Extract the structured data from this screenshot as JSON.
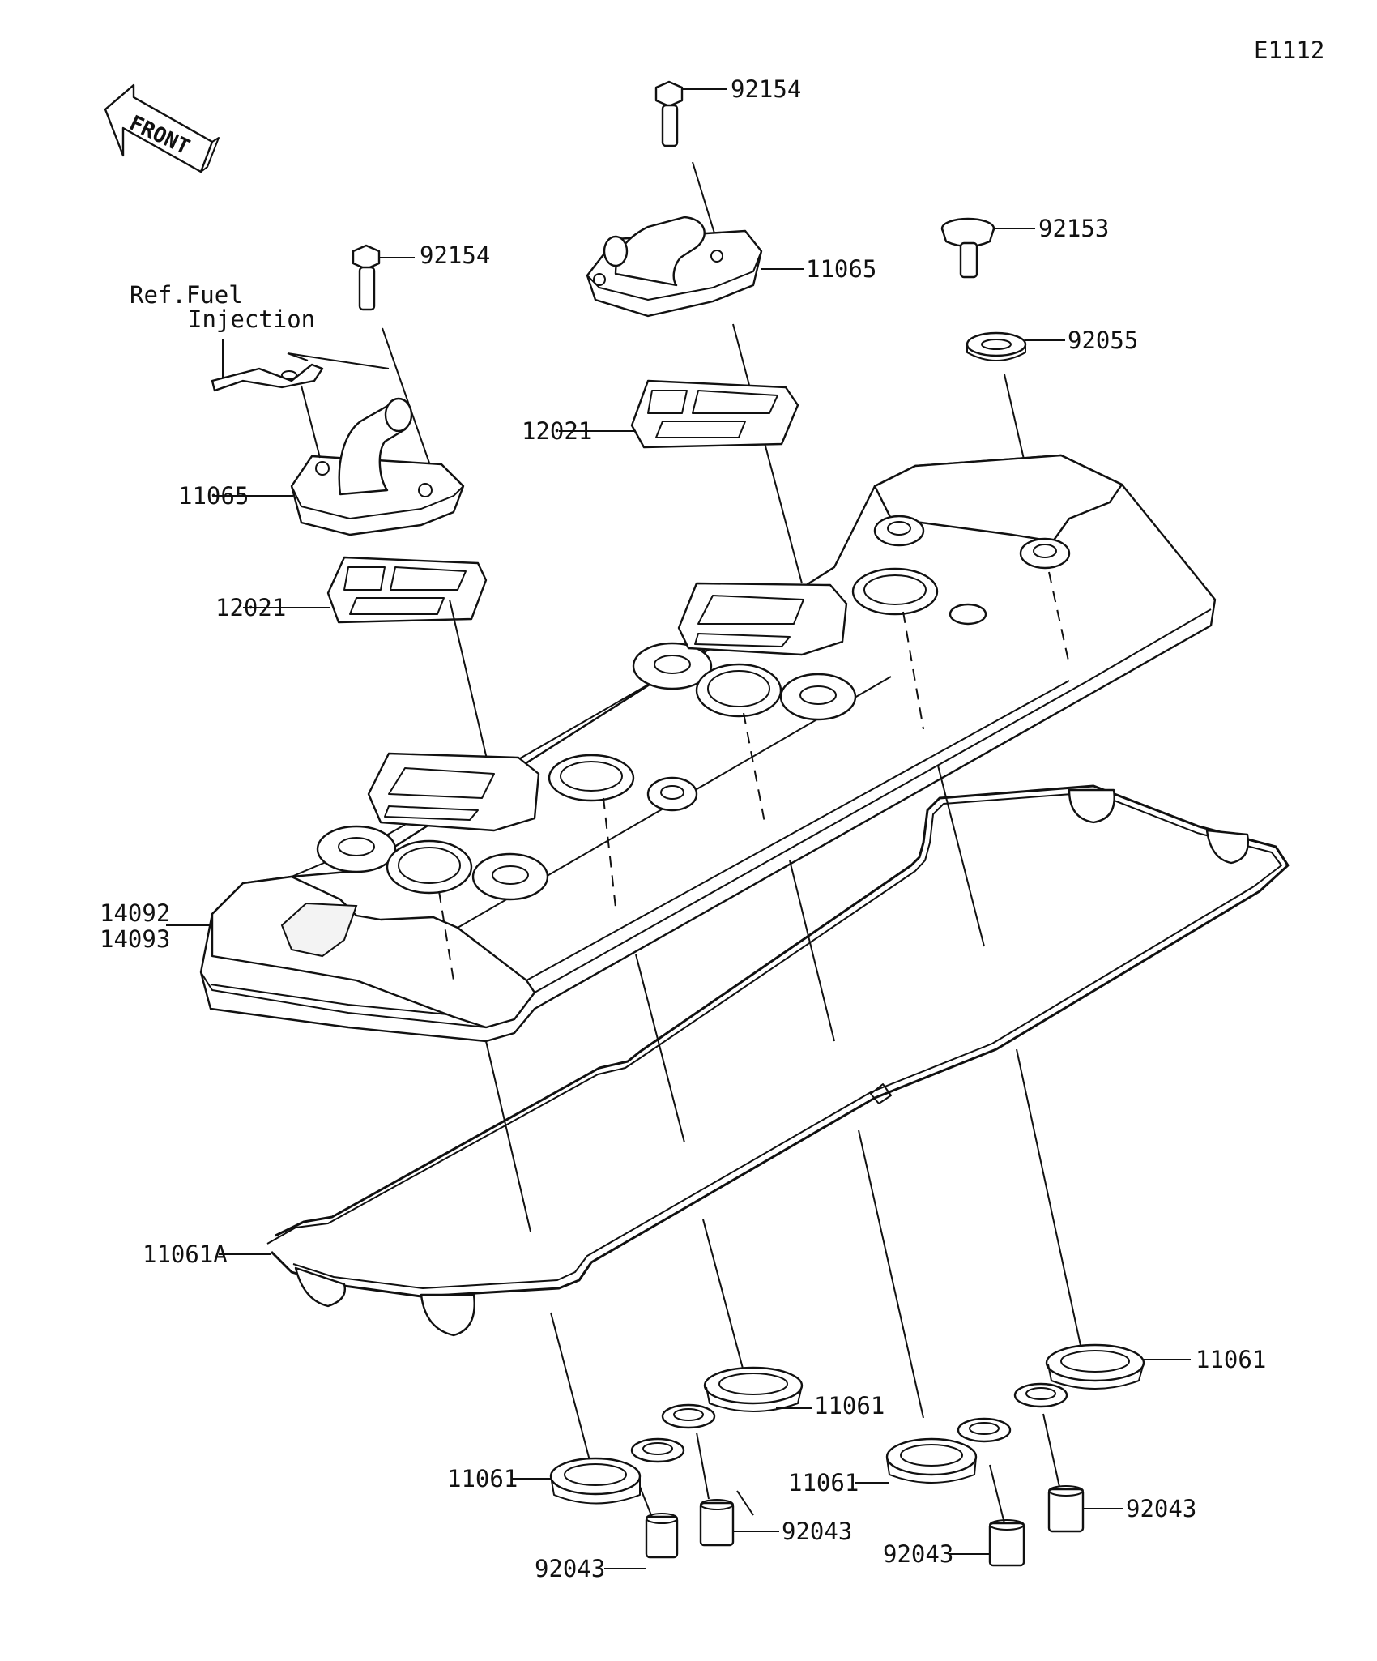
{
  "diagram_code": "E1112",
  "front_label": "FRONT",
  "ref_label_line1": "Ref.Fuel",
  "ref_label_line2": "Injection",
  "parts": {
    "bolt_left": "92154",
    "bolt_center": "92154",
    "bolt_right": "92153",
    "washer": "92055",
    "reed_cover_left": "11065",
    "reed_cover_center": "11065",
    "reed_valve_left": "12021",
    "reed_valve_center": "12021",
    "cover_code_1": "14092",
    "cover_code_2": "14093",
    "cover_gasket": "11061A",
    "plug_gasket_1": "11061",
    "plug_gasket_2": "11061",
    "plug_gasket_3": "11061",
    "plug_gasket_4": "11061",
    "collar_1": "92043",
    "collar_2": "92043",
    "collar_3": "92043",
    "collar_4": "92043"
  }
}
